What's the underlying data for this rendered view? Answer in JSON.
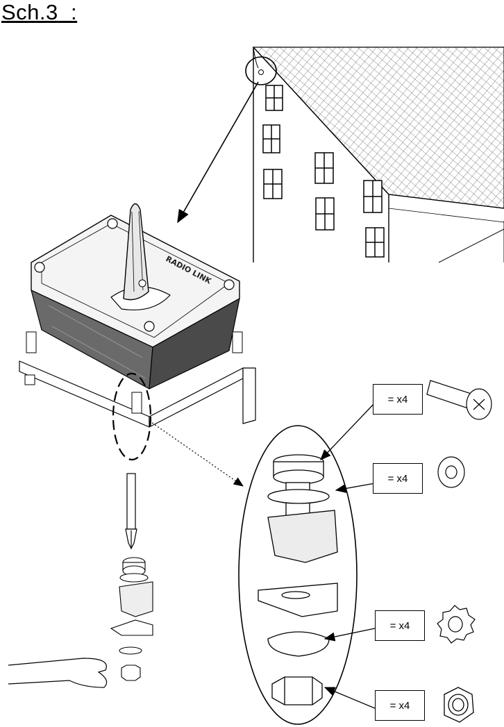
{
  "heading": "Sch.3",
  "heading_suffix": ":",
  "box_logo_text": "RADIO LINK",
  "quantities": {
    "screw": "= x4",
    "washer": "= x4",
    "lock_washer": "= x4",
    "nut": "= x4"
  }
}
